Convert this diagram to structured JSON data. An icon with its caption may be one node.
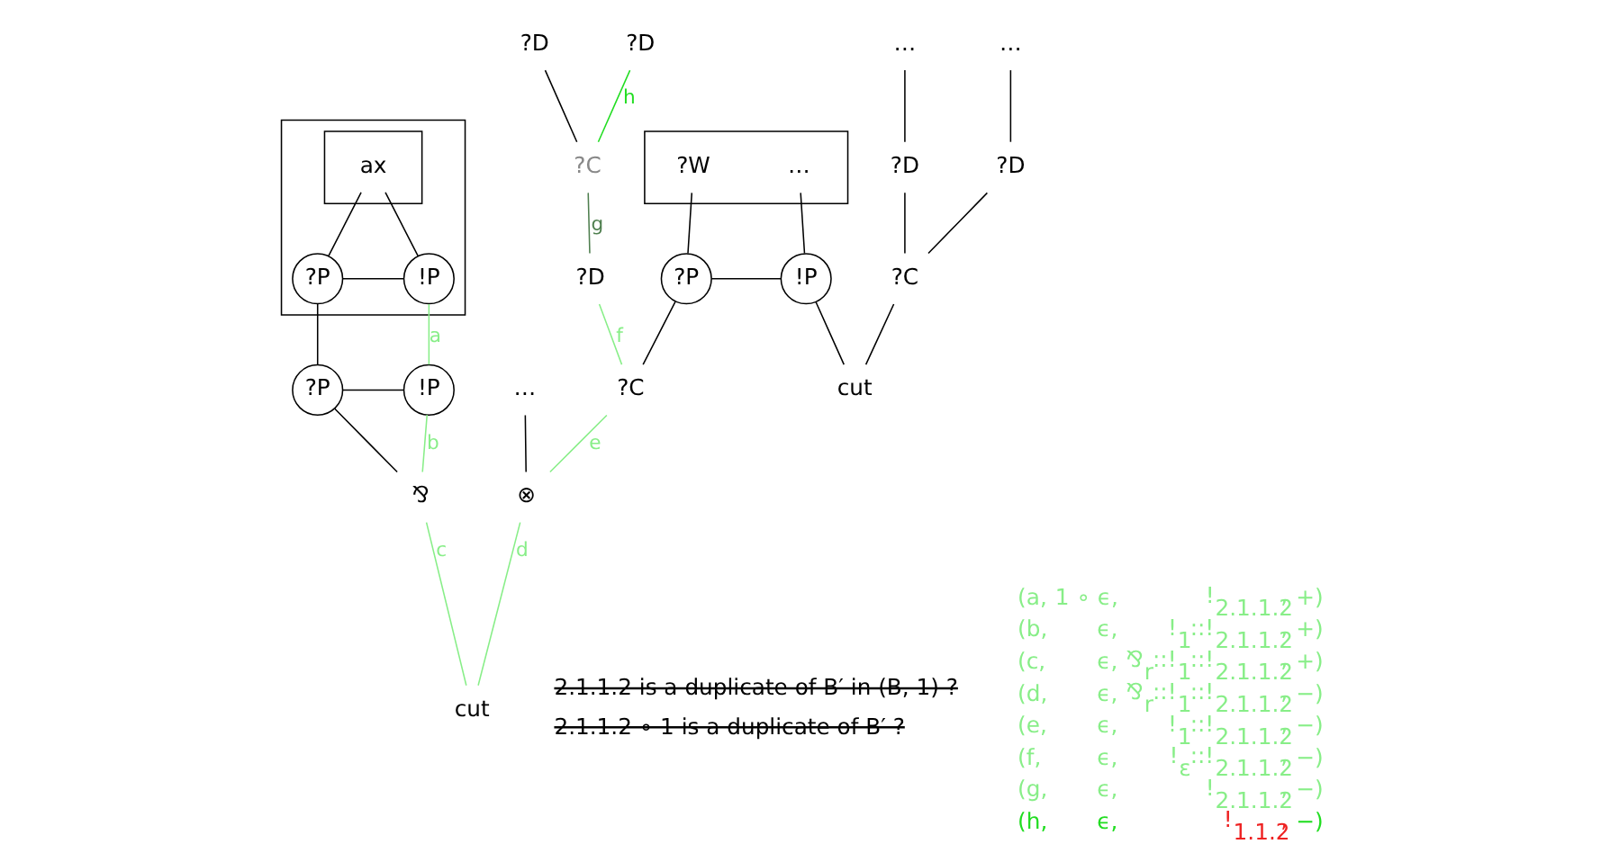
{
  "diagram": {
    "nodes": [
      {
        "text": [],
        "shape": "box"
      },
      {
        "text": [],
        "shape": "box",
        "in": 0
      },
      {
        "text": [
          "ax"
        ],
        "in": 1
      },
      {
        "text": [
          "?P"
        ],
        "in": 0
      },
      {
        "text": [
          "!P"
        ],
        "in": 0
      },
      {
        "text": [
          "?P"
        ]
      },
      {
        "text": [
          "!P"
        ]
      },
      {
        "text": [
          "⅋"
        ]
      },
      {
        "text": [
          "cut"
        ]
      },
      {
        "text": [
          "…"
        ]
      },
      {
        "text": [
          "⊗"
        ]
      },
      {
        "text": [
          "?D"
        ]
      },
      {
        "text": [
          "?D"
        ]
      },
      {
        "text": [
          "?C"
        ]
      },
      {
        "text": [
          "?D"
        ]
      },
      {
        "text": [
          "?C"
        ]
      },
      {
        "text": [],
        "shape": "box"
      },
      {
        "text": [
          "?W"
        ],
        "in": 16
      },
      {
        "text": [
          "…"
        ],
        "in": 16
      },
      {
        "text": [
          "?P"
        ]
      },
      {
        "text": [
          "!P"
        ]
      },
      {
        "text": [
          "cut"
        ]
      },
      {
        "text": [
          "…"
        ]
      },
      {
        "text": [
          "…"
        ]
      },
      {
        "text": [
          "?D"
        ]
      },
      {
        "text": [
          "?D"
        ]
      },
      {
        "text": [
          "?C"
        ]
      }
    ],
    "edges": [
      {
        "from": 3,
        "to": 2,
        "arrow": "none"
      },
      {
        "from": 4,
        "to": 2,
        "arrow": "none"
      },
      {
        "from": 3,
        "to": 4,
        "arrow": "none"
      },
      {
        "from": 5,
        "to": 3,
        "arrow": "none"
      },
      {
        "from": 6,
        "to": 4,
        "arrow": "none",
        "label": "a",
        "color": "#88ee88"
      },
      {
        "from": 5,
        "to": 6,
        "arrow": "none"
      },
      {
        "from": 7,
        "to": 5,
        "arrow": "none"
      },
      {
        "from": 7,
        "to": 6,
        "arrow": "none",
        "label": "b",
        "color": "#88ee88"
      },
      {
        "from": 8,
        "to": 7,
        "arrow": "none",
        "label": "c",
        "color": "#88ee88"
      },
      {
        "from": 8,
        "to": 10,
        "arrow": "none",
        "label": "d",
        "color": "#88ee88"
      },
      {
        "from": 10,
        "to": 9,
        "arrow": "none"
      },
      {
        "from": 10,
        "to": 15,
        "arrow": "none",
        "label": "e",
        "color": "#88ee88"
      },
      {
        "from": 15,
        "to": 14,
        "arrow": "none",
        "label": "f",
        "color": "#88ee88"
      },
      {
        "from": 14,
        "to": 13,
        "arrow": "none",
        "label": "g",
        "color": "#4f7f4f"
      },
      {
        "from": 13,
        "to": 11,
        "arrow": "none"
      },
      {
        "from": 13,
        "to": 12,
        "arrow": "none",
        "label": "h",
        "color": "#22dd22"
      },
      {
        "from": 15,
        "to": 19,
        "arrow": "none"
      },
      {
        "from": 19,
        "to": 20,
        "arrow": "none"
      },
      {
        "from": 19,
        "to": 17,
        "arrow": "none"
      },
      {
        "from": 20,
        "to": 18,
        "arrow": "none"
      },
      {
        "from": 21,
        "to": 20,
        "arrow": "none"
      },
      {
        "from": 21,
        "to": 26,
        "arrow": "none"
      },
      {
        "from": 26,
        "to": 24,
        "arrow": "none"
      },
      {
        "from": 26,
        "to": 25,
        "arrow": "none"
      },
      {
        "from": 24,
        "to": 22,
        "arrow": "none"
      },
      {
        "from": 25,
        "to": 23,
        "arrow": "none"
      }
    ],
    "labels": [
      "2.1.1.2 is a duplicate of B′ in (B, 1) ?",
      "2.1.1.2 ∘ 1 is a duplicate of B′ ?",
      "(a,",
      "1 ∘ ϵ,",
      "!$_{2.1.1.2}$,",
      "+)",
      "(b,",
      "ϵ,",
      "!$_{1}$::!$_{2.1.1.2}$,",
      "+)",
      "(c,",
      "ϵ,",
      "⅋$_{r}$::!$_{1}$::!$_{2.1.1.2}$,",
      "+)",
      "(d,",
      "ϵ,",
      "⅋$_{r}$::!$_{1}$::!$_{2.1.1.2}$,",
      "−)",
      "(e,",
      "ϵ,",
      "!$_{1}$::!$_{2.1.1.2}$,",
      "−)",
      "(f,",
      "ϵ,",
      "!$_{ε}$::!$_{2.1.1.2}$,",
      "−)",
      "(g,",
      "ϵ,",
      "!$_{2.1.1.2}$,",
      "−)",
      "(h,",
      "ϵ,",
      "!$_{1.1.2}$,",
      "−)"
    ]
  }
}
